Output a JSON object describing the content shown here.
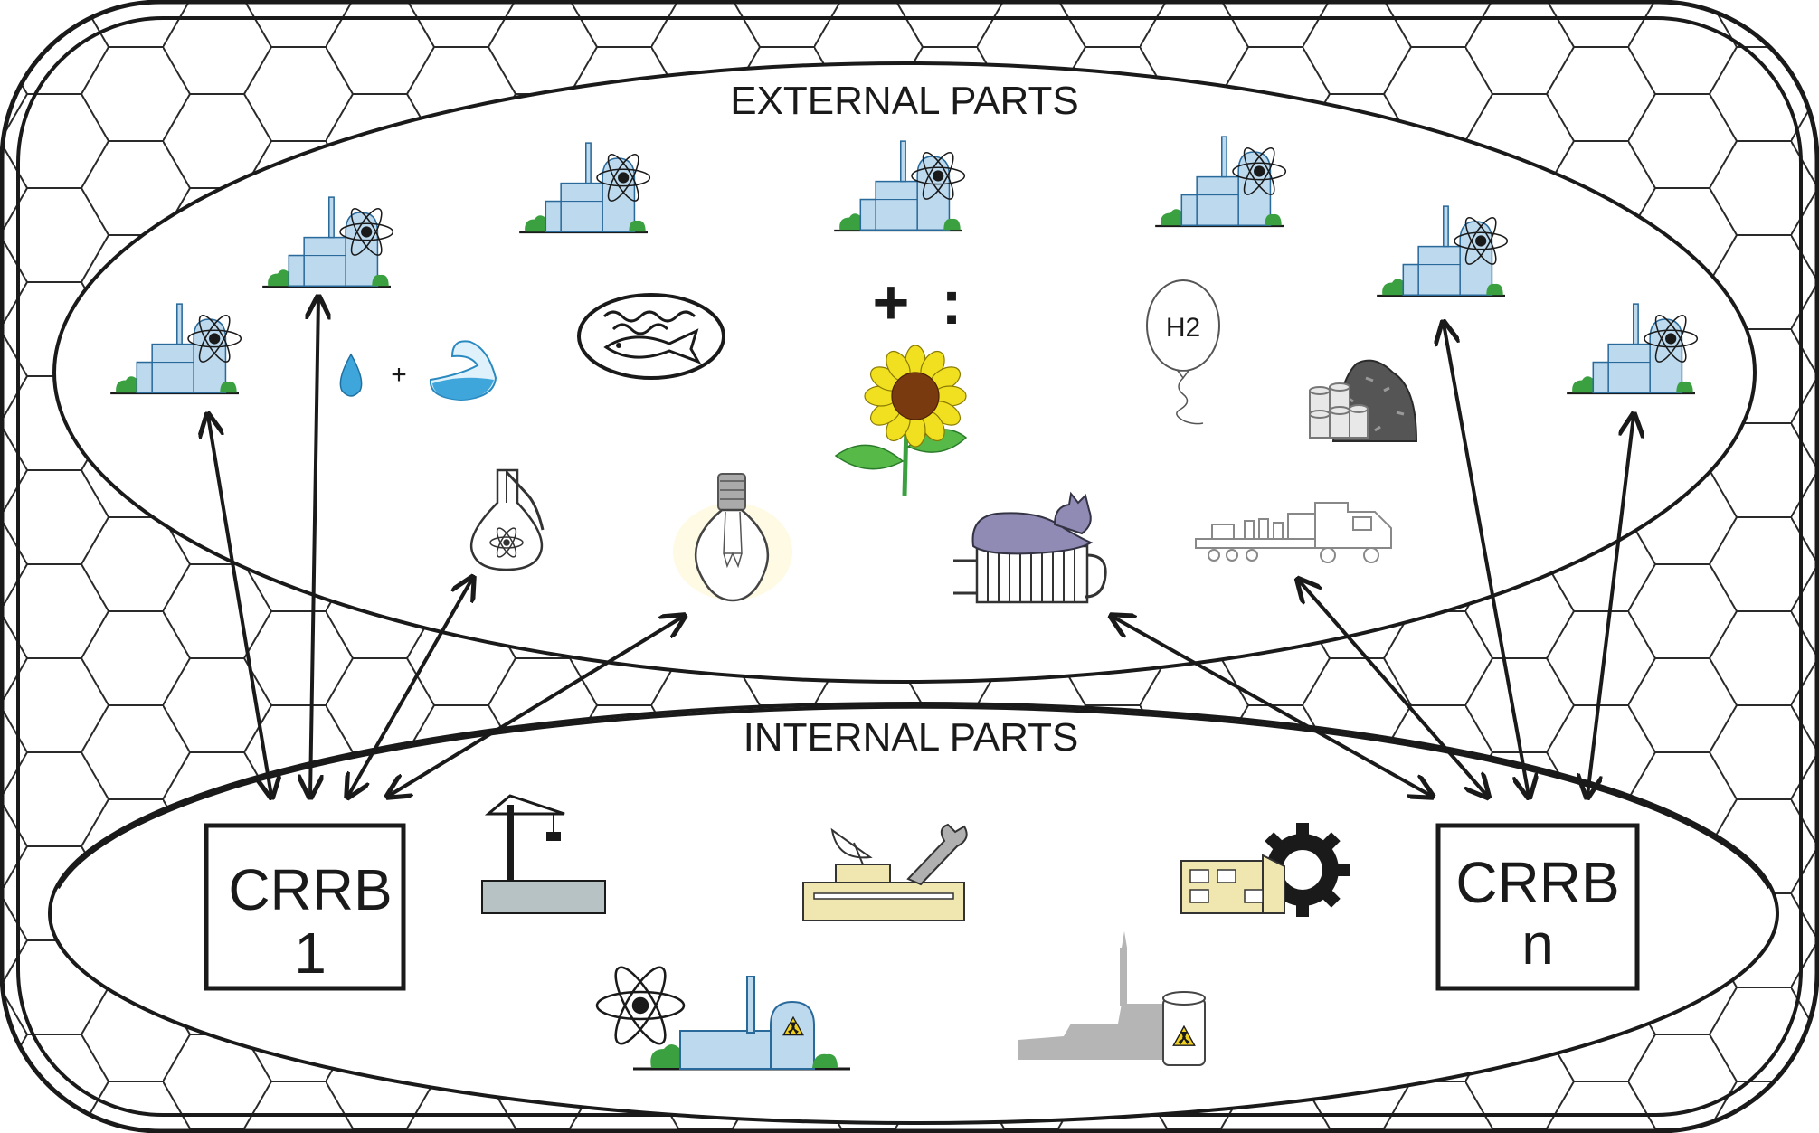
{
  "external": {
    "title": "EXTERNAL PARTS"
  },
  "internal": {
    "title": "INTERNAL PARTS"
  },
  "crrb_first": {
    "line1": "CRRB",
    "line2": "1"
  },
  "crrb_last": {
    "line1": "CRRB",
    "line2": "n"
  },
  "balloon_label": "H2",
  "symbols": {
    "plus": "+",
    "colon": ":",
    "small_plus": "+"
  },
  "colors": {
    "line": "#1a1a1a",
    "plant_fill": "#bcd9ee",
    "plant_stroke": "#2a6a9a",
    "tree": "#3aa040",
    "sun_petal": "#f0e020",
    "sun_center": "#7a3a10",
    "leaf": "#56b948",
    "cat": "#8f8bb4",
    "water": "#3fa6dc",
    "ground": "#b7c2c5",
    "building": "#efe6b0",
    "grey_plant": "#b5b5b5",
    "radioactive": "#f0d020"
  },
  "icons": {
    "external": [
      "nuclear-plant",
      "nuclear-plant",
      "nuclear-plant",
      "nuclear-plant",
      "nuclear-plant",
      "nuclear-plant",
      "nuclear-plant",
      "water-drop",
      "water-basin",
      "fish",
      "sunflower",
      "hydrogen-balloon",
      "coal-and-barrels",
      "laboratory-flask",
      "light-bulb",
      "cat-on-radiator",
      "transport-truck"
    ],
    "internal": [
      "construction-crane",
      "satellite-and-wrench",
      "factory-gear",
      "nuclear-plant-radioactive",
      "radioactive-waste-plant"
    ]
  }
}
